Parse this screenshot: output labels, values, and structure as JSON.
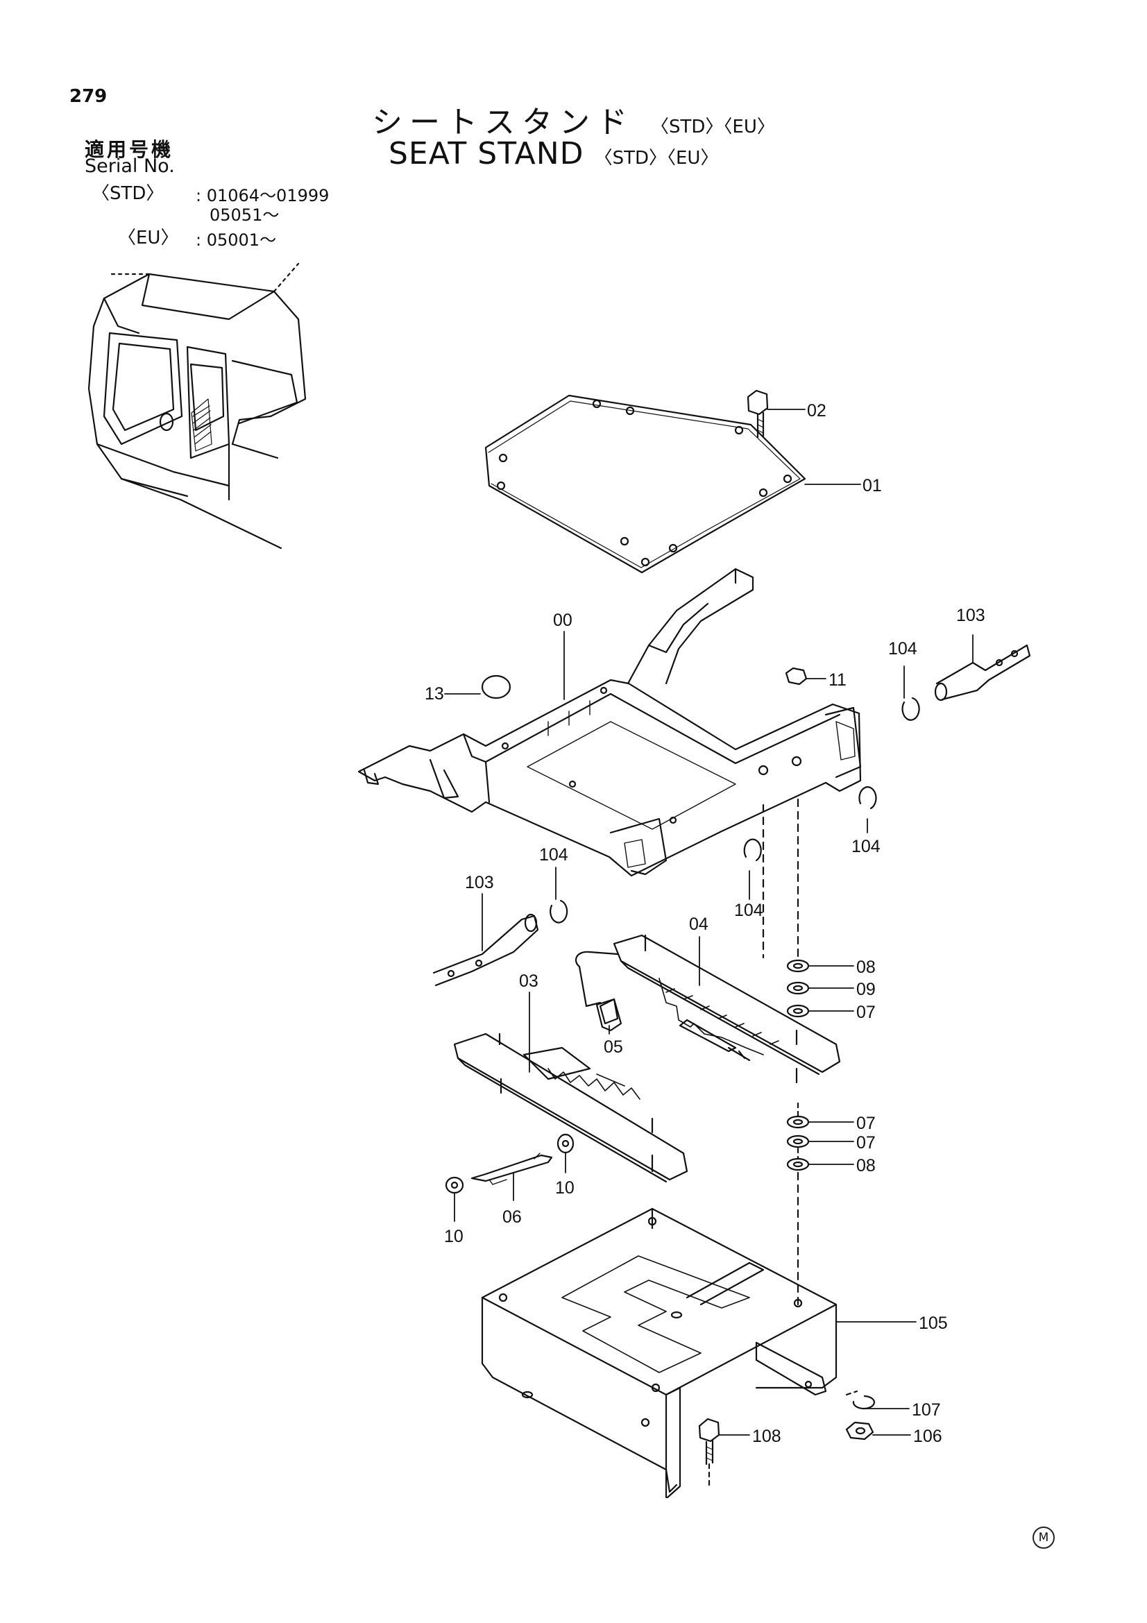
{
  "page_number": "279",
  "title": {
    "japanese": "シートスタンド",
    "english": "SEAT STAND",
    "tags": [
      "〈STD〉",
      "〈EU〉"
    ]
  },
  "serial": {
    "label_jp": "適用号機",
    "label_en": "Serial No.",
    "rows": [
      {
        "key": "〈STD〉",
        "values": [
          ": 01064～01999",
          "05051～"
        ]
      },
      {
        "key": "〈EU〉",
        "values": [
          ": 05001～"
        ]
      }
    ]
  },
  "callouts": [
    "02",
    "01",
    "00",
    "103",
    "104",
    "13",
    "11",
    "104",
    "104",
    "104",
    "103",
    "04",
    "03",
    "08",
    "09",
    "07",
    "05",
    "07",
    "07",
    "08",
    "10",
    "06",
    "10",
    "105",
    "107",
    "108",
    "106"
  ],
  "corner_mark": "M"
}
